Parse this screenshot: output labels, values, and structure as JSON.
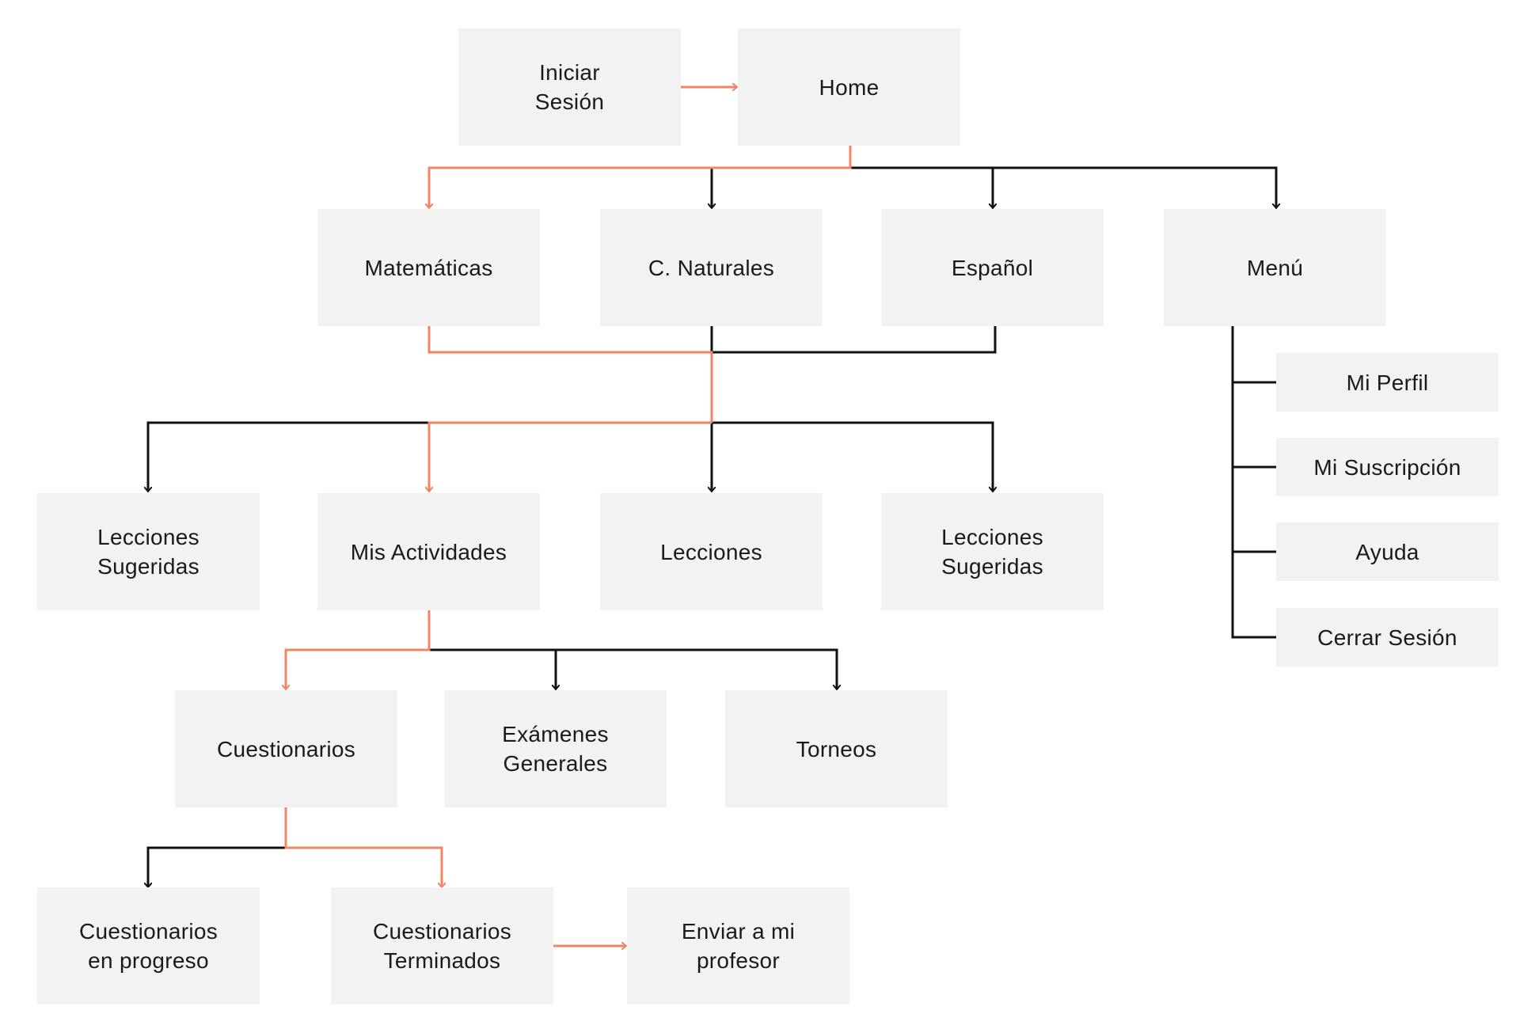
{
  "colors": {
    "box": "#f2f2f2",
    "text": "#1a1a1a",
    "black_line": "#111111",
    "highlight_line": "#f08466"
  },
  "nodes": {
    "iniciar_sesion": "Iniciar\nSesión",
    "home": "Home",
    "matematicas": "Matemáticas",
    "c_naturales": "C. Naturales",
    "espanol": "Español",
    "menu": "Menú",
    "lecciones_sugeridas_1": "Lecciones\nSugeridas",
    "mis_actividades": "Mis Actividades",
    "lecciones": "Lecciones",
    "lecciones_sugeridas_2": "Lecciones\nSugeridas",
    "mi_perfil": "Mi Perfil",
    "mi_suscripcion": "Mi Suscripción",
    "ayuda": "Ayuda",
    "cerrar_sesion": "Cerrar Sesión",
    "cuestionarios": "Cuestionarios",
    "examenes_generales": "Exámenes\nGenerales",
    "torneos": "Torneos",
    "cuestionarios_en_progreso": "Cuestionarios\nen progreso",
    "cuestionarios_terminados": "Cuestionarios\nTerminados",
    "enviar_a_mi_profesor": "Enviar a mi\nprofesor"
  }
}
